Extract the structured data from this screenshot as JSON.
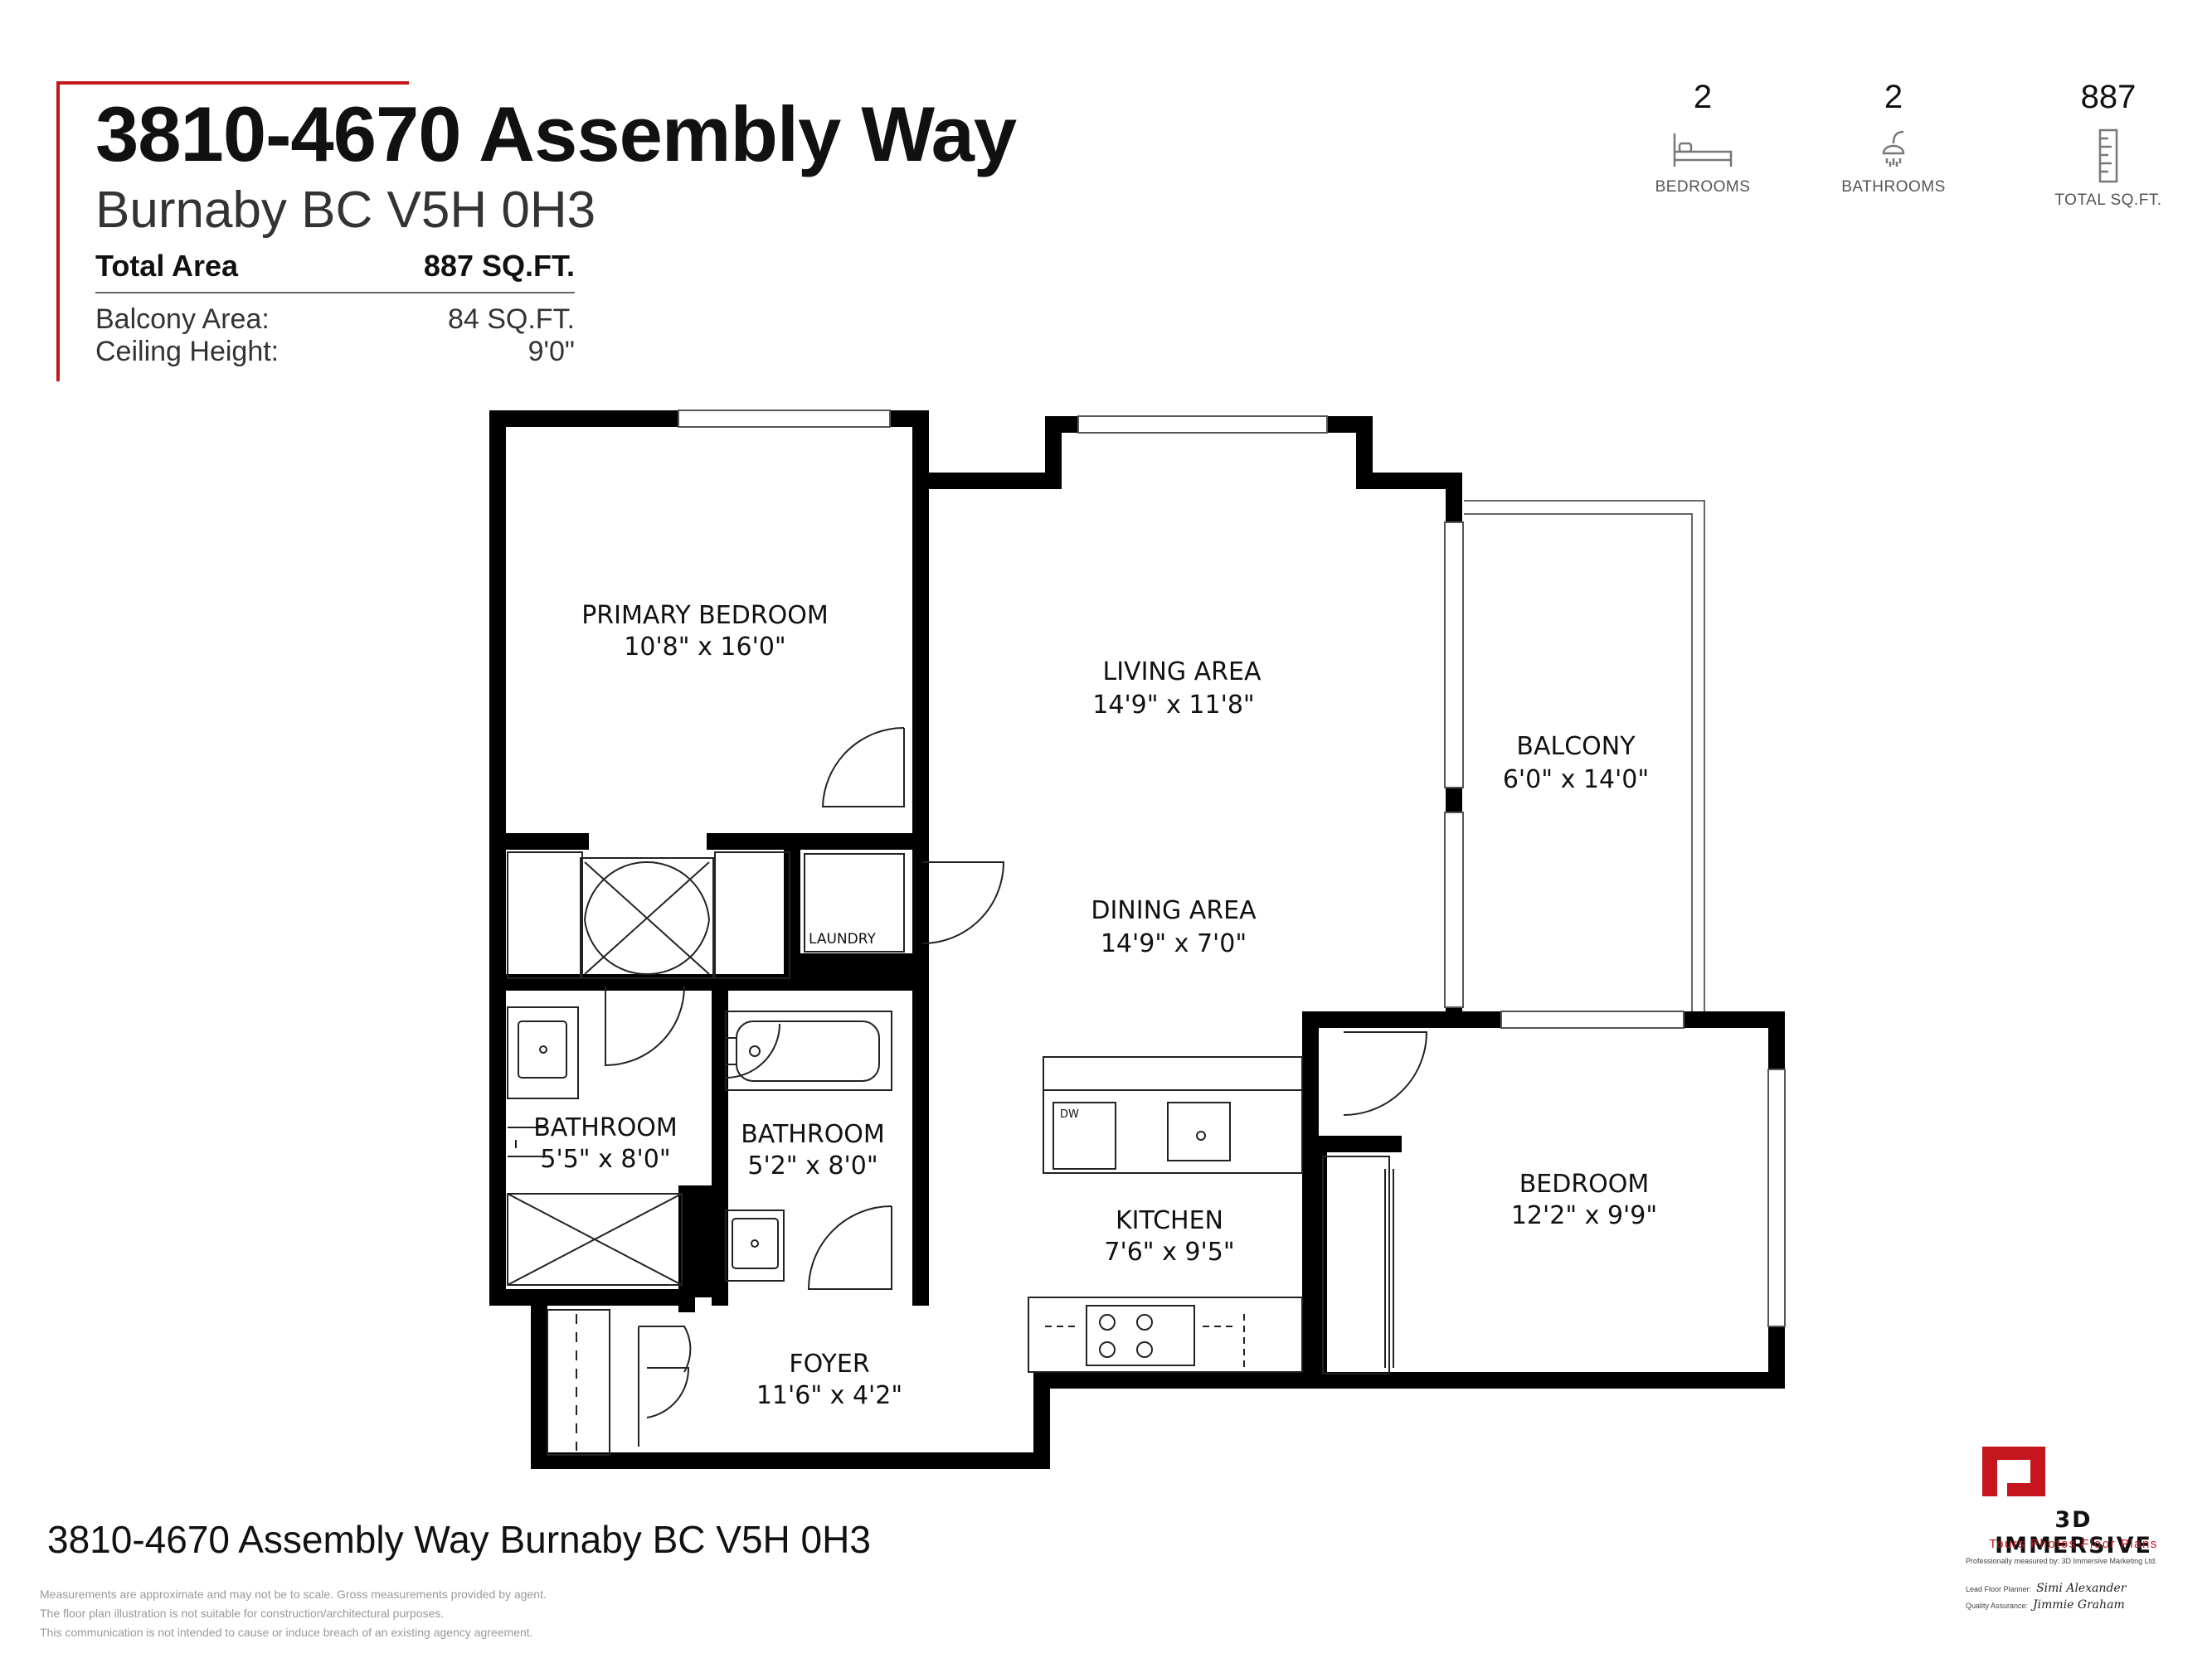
{
  "header": {
    "title": "3810-4670 Assembly Way",
    "subtitle": "Burnaby BC V5H 0H3",
    "total_area_label": "Total Area",
    "total_area_value": "887 SQ.FT.",
    "balcony_label": "Balcony Area:",
    "balcony_value": "84 SQ.FT.",
    "ceiling_label": "Ceiling Height:",
    "ceiling_value": "9'0\""
  },
  "stats": [
    {
      "value": "2",
      "label": "BEDROOMS",
      "icon": "bed-icon"
    },
    {
      "value": "2",
      "label": "BATHROOMS",
      "icon": "shower-icon"
    },
    {
      "value": "887",
      "label": "TOTAL SQ.FT.",
      "icon": "ruler-icon"
    }
  ],
  "rooms": {
    "primary_bedroom": {
      "name": "PRIMARY BEDROOM",
      "size": "10'8\" x 16'0\""
    },
    "living": {
      "name": "LIVING AREA",
      "size": "14'9\" x 11'8\""
    },
    "balcony": {
      "name": "BALCONY",
      "size": "6'0\" x 14'0\""
    },
    "dining": {
      "name": "DINING AREA",
      "size": "14'9\" x 7'0\""
    },
    "laundry": {
      "name": "LAUNDRY"
    },
    "bathroom1": {
      "name": "BATHROOM",
      "size": "5'5\" x 8'0\""
    },
    "bathroom2": {
      "name": "BATHROOM",
      "size": "5'2\" x 8'0\""
    },
    "kitchen": {
      "name": "KITCHEN",
      "size": "7'6\" x 9'5\""
    },
    "bedroom": {
      "name": "BEDROOM",
      "size": "12'2\" x 9'9\""
    },
    "foyer": {
      "name": "FOYER",
      "size": "11'6\" x 4'2\""
    },
    "dw": "DW"
  },
  "footer": {
    "address": "3810-4670 Assembly Way Burnaby BC V5H 0H3",
    "disclaimer": [
      "Measurements are approximate and may not be to scale. Gross measurements provided by agent.",
      "The floor plan illustration is not suitable for construction/architectural purposes.",
      "This communication is not intended to cause or induce breach of an existing agency agreement."
    ]
  },
  "brand": {
    "name": "3D IMMERSIVE",
    "tagline": "Tours  Photos  Floor Plans",
    "measured_by": "Professionally measured by: 3D Immersive Marketing Ltd.",
    "lead_label": "Lead Floor Planner:",
    "lead_signature": "Simi Alexander",
    "qa_label": "Quality Assurance:",
    "qa_signature": "Jimmie Graham",
    "accent_color": "#c4161c"
  }
}
